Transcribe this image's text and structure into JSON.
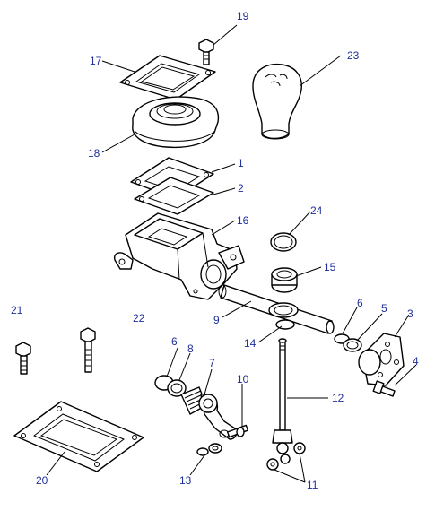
{
  "accent_color": "#1f2f9a",
  "callouts": [
    {
      "id": "19",
      "label": "19"
    },
    {
      "id": "17",
      "label": "17"
    },
    {
      "id": "23",
      "label": "23"
    },
    {
      "id": "18",
      "label": "18"
    },
    {
      "id": "1",
      "label": "1"
    },
    {
      "id": "2",
      "label": "2"
    },
    {
      "id": "16",
      "label": "16"
    },
    {
      "id": "24",
      "label": "24"
    },
    {
      "id": "15",
      "label": "15"
    },
    {
      "id": "21",
      "label": "21"
    },
    {
      "id": "22",
      "label": "22"
    },
    {
      "id": "9",
      "label": "9"
    },
    {
      "id": "6a",
      "label": "6"
    },
    {
      "id": "5",
      "label": "5"
    },
    {
      "id": "3",
      "label": "3"
    },
    {
      "id": "14",
      "label": "14"
    },
    {
      "id": "6b",
      "label": "6"
    },
    {
      "id": "8",
      "label": "8"
    },
    {
      "id": "7",
      "label": "7"
    },
    {
      "id": "4",
      "label": "4"
    },
    {
      "id": "10",
      "label": "10"
    },
    {
      "id": "12",
      "label": "12"
    },
    {
      "id": "20",
      "label": "20"
    },
    {
      "id": "13",
      "label": "13"
    },
    {
      "id": "11",
      "label": "11"
    }
  ]
}
